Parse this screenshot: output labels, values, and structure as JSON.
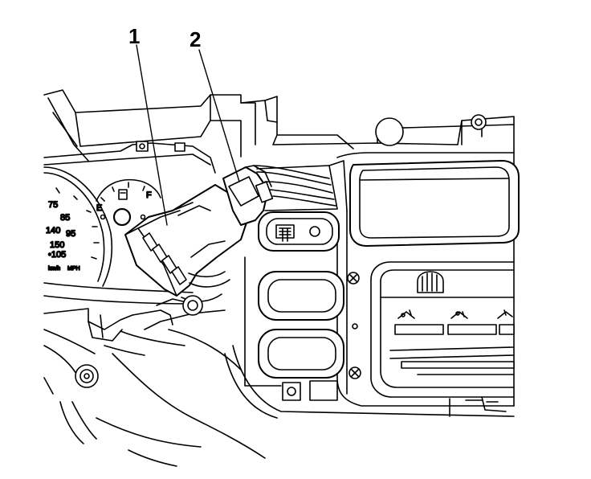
{
  "callouts": [
    {
      "label": "1"
    },
    {
      "label": "2"
    }
  ],
  "gauge": {
    "fuel_empty": "E",
    "fuel_full": "F",
    "speed_ticks": [
      "75",
      "85",
      "95",
      "•105"
    ],
    "kmh_ticks": [
      "140",
      "150"
    ],
    "unit_kmh": "km/h",
    "unit_mph": "MPH"
  },
  "colors": {
    "line": "#000000",
    "paper": "#ffffff"
  },
  "icons": [
    "rear-defrost-icon",
    "screw-icon",
    "vent-icon",
    "floor-icon",
    "defrost-icon"
  ]
}
